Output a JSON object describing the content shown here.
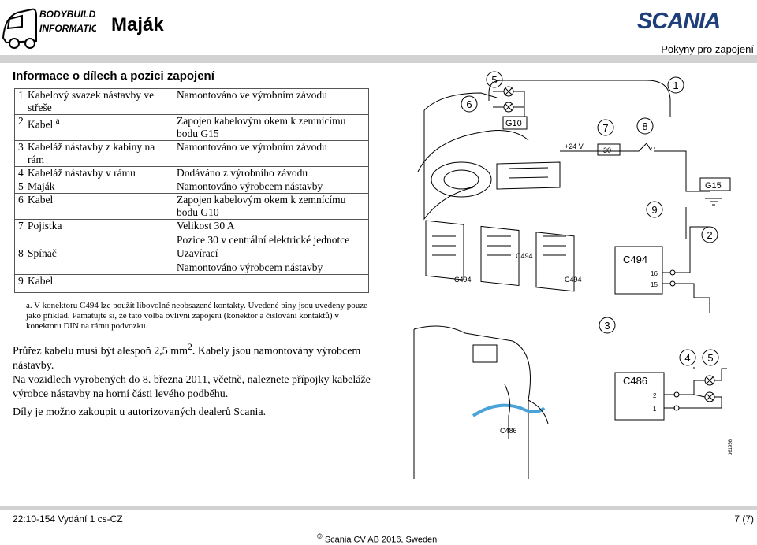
{
  "header": {
    "logo_text_1": "BODYBUILDING",
    "logo_text_2": "INFORMATION",
    "title": "Maják",
    "brand": "SCANIA",
    "subtitle": "Pokyny pro zapojení"
  },
  "section_title": "Informace o dílech a pozici zapojení",
  "parts": [
    {
      "num": "1",
      "name": "Kabelový svazek nástavby ve střeše",
      "note": "Namontováno ve výrobním závodu"
    },
    {
      "num": "2",
      "name": "Kabel",
      "sup": "a",
      "note": "Zapojen kabelovým okem k zemnícímu bodu G15"
    },
    {
      "num": "3",
      "name": "Kabeláž nástavby z kabiny na rám",
      "note": "Namontováno ve výrobním závodu"
    },
    {
      "num": "4",
      "name": "Kabeláž nástavby v rámu",
      "note": "Dodáváno z výrobního závodu"
    },
    {
      "num": "5",
      "name": "Maják",
      "note": "Namontováno výrobcem nástavby"
    },
    {
      "num": "6",
      "name": "Kabel",
      "note": "Zapojen kabelovým okem k zemnícímu bodu G10"
    },
    {
      "num": "7",
      "name": "Pojistka",
      "note": "Velikost 30 A",
      "note2": "Pozice 30 v centrální elektrické jednotce"
    },
    {
      "num": "8",
      "name": "Spínač",
      "note": "Uzavírací",
      "note2": "Namontováno výrobcem nástavby"
    },
    {
      "num": "9",
      "name": "Kabel",
      "note": ""
    }
  ],
  "footnote": "a. V konektoru C494 lze použít libovolné neobsazené kontakty. Uvedené piny jsou uvedeny pouze jako příklad. Pamatujte si, že tato volba ovlivní zapojení (konektor a číslování kontaktů) v konektoru DIN na rámu podvozku.",
  "para1_a": "Průřez kabelu musí být alespoň 2,5 mm",
  "para1_sup": "2",
  "para1_b": ". Kabely jsou namontovány výrobcem nástavby.",
  "para2": "Na vozidlech vyrobených do 8. března 2011, včetně, naleznete přípojky kabeláže výrobce nástavby na horní části levého podběhu.",
  "para3": "Díly je možno zakoupit u autorizovaných dealerů Scania.",
  "diagram": {
    "callouts": {
      "c1": "1",
      "c2": "2",
      "c3": "3",
      "c4": "4",
      "c5": "5",
      "c5b": "5",
      "c6": "6",
      "c7": "7",
      "c8": "8",
      "c9": "9"
    },
    "labels": {
      "g10": "G10",
      "g15": "G15",
      "v24": "+24 V",
      "fuse": "30",
      "c494a": "C494",
      "c494b": "C494",
      "c494c": "C494",
      "c494box": "C494",
      "pin16": "16",
      "pin15": "15",
      "c486box": "C486",
      "pin2": "2",
      "pin1": "1",
      "c486": "C486",
      "ref": "361956"
    }
  },
  "footer": {
    "doc_id": "22:10-154 Vydání 1 cs-CZ",
    "page": "7 (7)",
    "copyright_symbol": "©",
    "copyright": "Scania CV AB 2016, Sweden"
  },
  "colors": {
    "band": "#d2d2d2",
    "brand": "#1f3f7a",
    "cable_blue": "#4aa3d8"
  }
}
